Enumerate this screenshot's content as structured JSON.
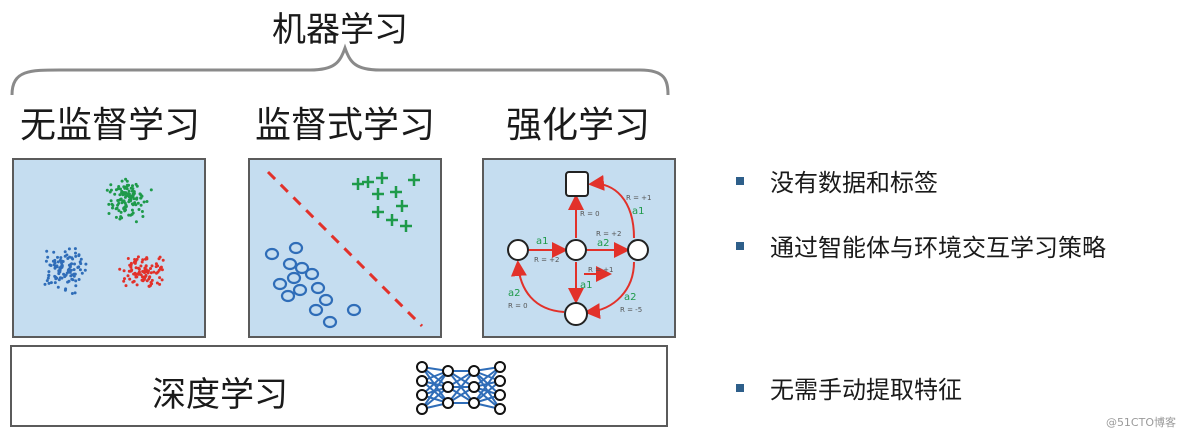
{
  "title": "机器学习",
  "categories": {
    "unsupervised": "无监督学习",
    "supervised": "监督式学习",
    "reinforcement": "强化学习"
  },
  "deep": {
    "label": "深度学习"
  },
  "bullets": {
    "item1": "没有数据和标签",
    "item2": "通过智能体与环境交互学习策略",
    "item3": "无需手动提取特征"
  },
  "rl_graph": {
    "edge_a1_left": "a1",
    "edge_a2_mid": "a2",
    "r_plus2_left": "R = +2",
    "r_plus2_mid": "R = +2",
    "r_zero_top": "R = 0",
    "r_plus1_top": "R = +1",
    "a1_top": "a1",
    "r_plus1_down": "R = +1",
    "a1_down": "a1",
    "a2_bottom_left": "a2",
    "r_zero_bottom": "R = 0",
    "a2_bottom_right": "a2",
    "r_minus5": "R = -5"
  },
  "watermark": "@51CTO博客",
  "colors": {
    "panel_bg": "#c5ddf0",
    "green": "#1e9a4a",
    "blue": "#2f6db8",
    "red": "#e2312a",
    "bullet": "#2e5f8a"
  }
}
